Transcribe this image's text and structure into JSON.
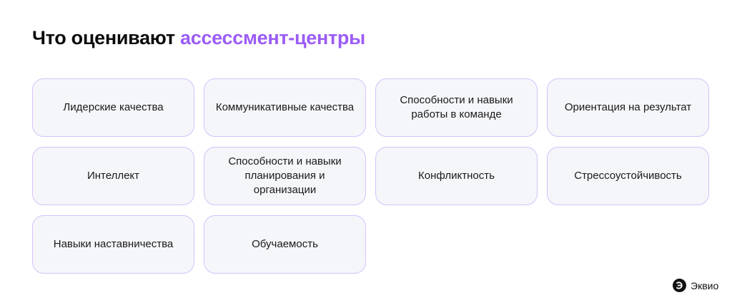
{
  "title": {
    "main": "Что оценивают ",
    "accent": "ассессмент-центры",
    "accent_color": "#9b5cf6"
  },
  "cards": [
    {
      "label": "Лидерские качества"
    },
    {
      "label": "Коммуникативные качества"
    },
    {
      "label": "Способности и навыки работы в команде"
    },
    {
      "label": "Ориентация на результат"
    },
    {
      "label": "Интеллект"
    },
    {
      "label": "Способности и навыки планирования и организации"
    },
    {
      "label": "Конфликтность"
    },
    {
      "label": "Стрессоустойчивость"
    },
    {
      "label": "Навыки наставничества"
    },
    {
      "label": "Обучаемость"
    }
  ],
  "brand": {
    "icon": "eqvio-logo-icon",
    "name": "Эквио"
  }
}
